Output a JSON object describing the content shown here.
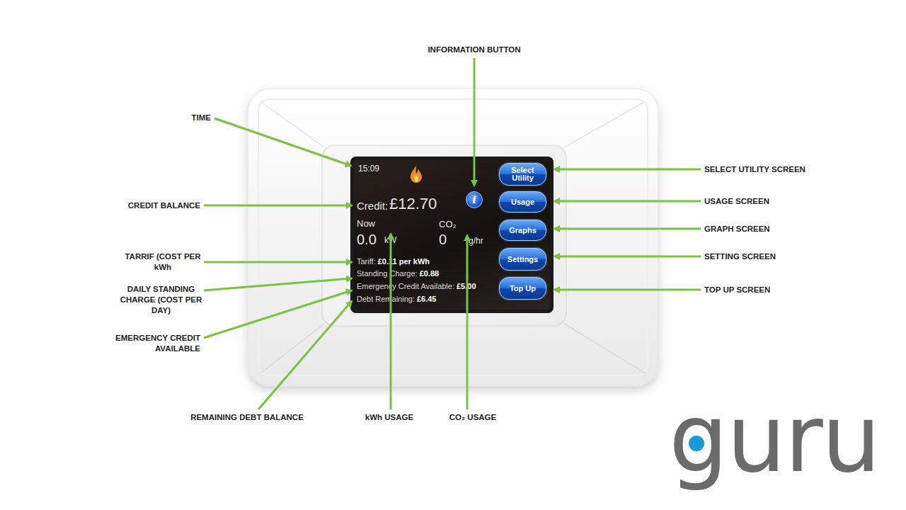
{
  "diagram": {
    "nodes": [
      {
        "text": [
          "15:09",
          "Credit:",
          "£12.70",
          "Now",
          "0.0",
          "kW",
          "CO₂",
          "0",
          "g/hr",
          "Tariff:",
          "£0.11 per kWh",
          "Standing Charge:",
          "£0.88",
          "Emergency Credit Available:",
          "£5.00",
          "Debt Remaining:",
          "£6.45"
        ]
      },
      {
        "text": [
          "i"
        ],
        "in": 0
      },
      {
        "text": [
          "Select Utility"
        ],
        "in": 0
      },
      {
        "text": [
          "Usage"
        ],
        "in": 0
      },
      {
        "text": [
          "Graphs"
        ],
        "in": 0
      },
      {
        "text": [
          "Settings"
        ],
        "in": 0
      },
      {
        "text": [
          "Top Up"
        ],
        "in": 0
      }
    ],
    "labels": [
      "INFORMATION BUTTON",
      "TIME",
      "SELECT UTILITY SCREEN",
      "USAGE SCREEN",
      "CREDIT BALANCE",
      "GRAPH SCREEN",
      "SETTING SCREEN",
      "TARRIF (COST PER kWh",
      "DAILY STANDING CHARGE (COST PER DAY)",
      "TOP UP SCREEN",
      "EMERGENCY CREDIT AVAILABLE",
      "REMAINING DEBT BALANCE",
      "kWh USAGE",
      "CO₂ USAGE",
      "guru"
    ]
  }
}
